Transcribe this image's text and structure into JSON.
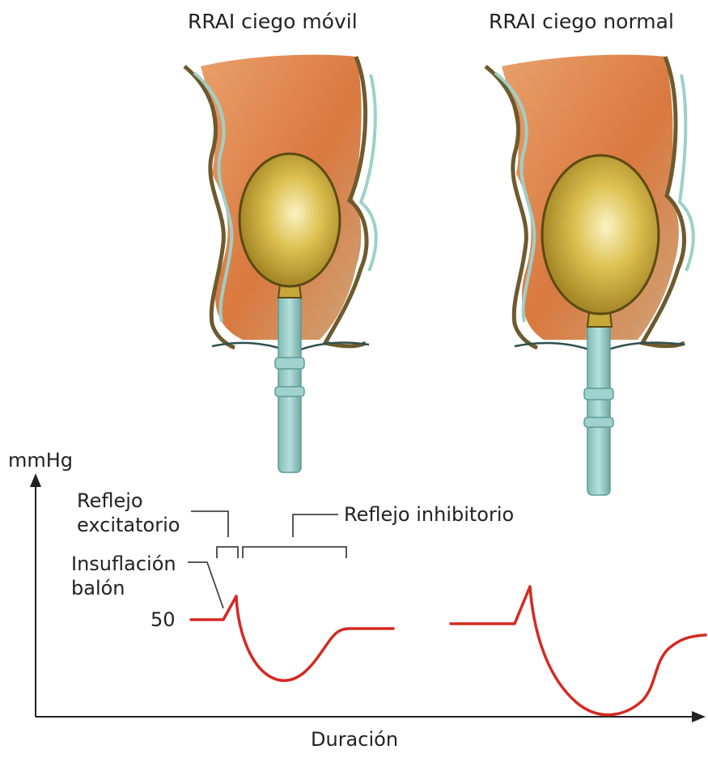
{
  "titles": {
    "left": "RRAI ciego móvil",
    "right": "RRAI ciego normal"
  },
  "graph": {
    "y_axis_label": "mmHg",
    "x_axis_label": "Duración",
    "y_tick_label": "50",
    "label_excitatory": "Reflejo\nexcitatorio",
    "label_inhibitory": "Reflejo inhibitorio",
    "label_insufflation": "Insuflación\nbalón"
  },
  "colors": {
    "trace": "#d42a22",
    "axis": "#222222",
    "rectum": "#d7824a",
    "wall": "#6d5a2e",
    "balloon": "#d8b740",
    "catheter": "#8fc7c2"
  }
}
